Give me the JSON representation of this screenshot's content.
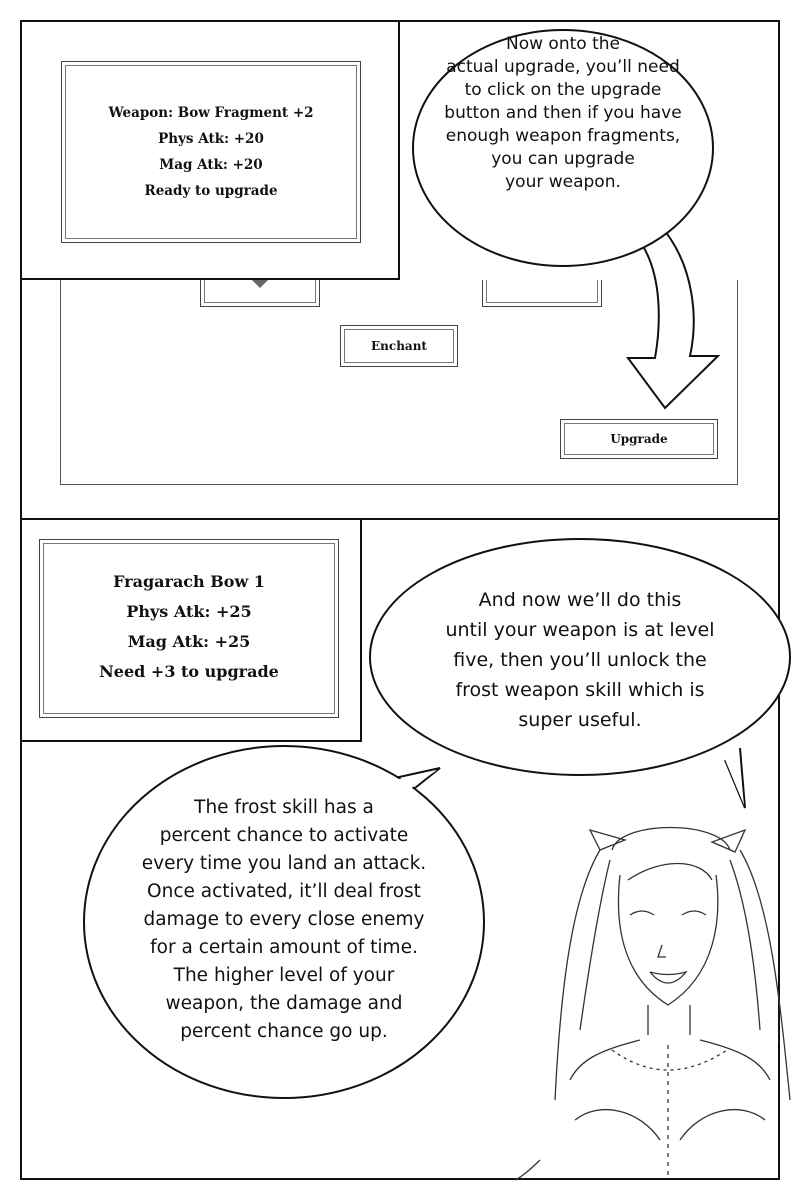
{
  "panel1": {
    "info_box": {
      "lines": [
        "Weapon: Bow Fragment +2",
        "Phys Atk: +20",
        "Mag Atk: +20",
        "Ready to upgrade"
      ]
    },
    "speech": {
      "lines": [
        "Now onto the",
        "actual upgrade, you’ll need",
        "to click on the upgrade",
        "button and then if you have",
        "enough weapon fragments,",
        "you can upgrade",
        "your weapon."
      ]
    }
  },
  "panel2": {
    "enchant_label": "Enchant",
    "upgrade_label": "Upgrade"
  },
  "panel3": {
    "info_box": {
      "lines": [
        "Fragarach Bow 1",
        "Phys Atk: +25",
        "Mag Atk: +25",
        "Need +3 to upgrade"
      ]
    },
    "speech_top": {
      "lines": [
        "And now we’ll do this",
        "until your weapon is at level",
        "five, then you’ll unlock the",
        "frost weapon skill which is",
        "super useful."
      ]
    },
    "speech_bottom": {
      "lines": [
        "The frost skill has a",
        "percent chance to activate",
        "every time you land an attack.",
        "Once activated, it’ll deal frost",
        "damage to every close enemy",
        "for a certain amount of time.",
        "The higher level of your",
        "weapon, the damage and",
        "percent chance go up."
      ]
    }
  }
}
